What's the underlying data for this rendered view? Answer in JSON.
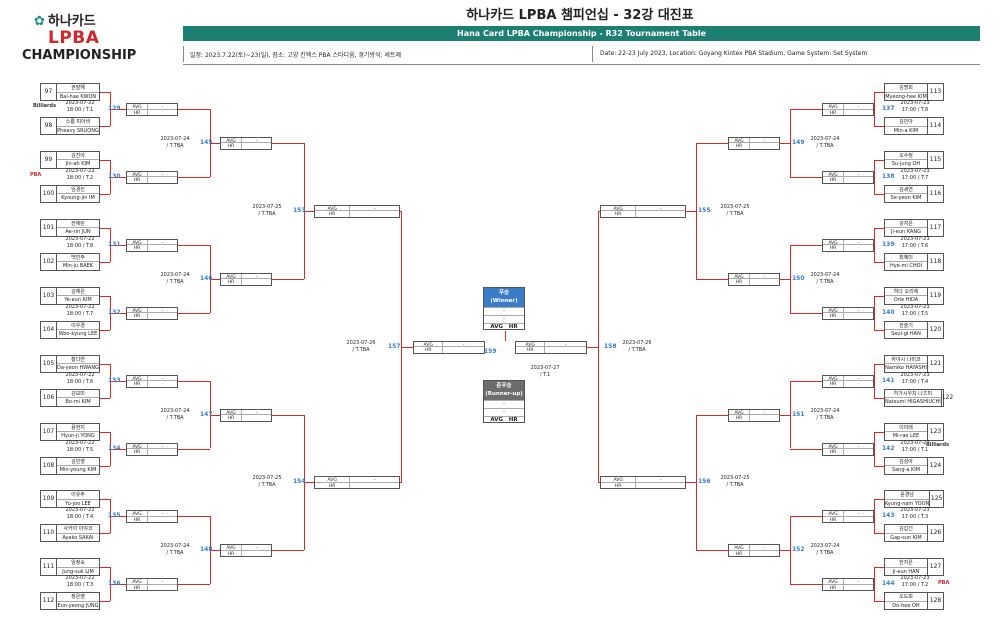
{
  "header": {
    "logo_hana": "하나카드",
    "logo_lpba": "LPBA",
    "logo_championship": "CHAMPIONSHIP",
    "title": "하나카드 LPBA 챔피언십 - 32강 대진표",
    "banner": "Hana Card LPBA Championship - R32 Tournament Table",
    "info_ko": "일정: 2023.7.22(토)~23(일), 장소: 고양 킨텍스 PBA 스타디움, 경기방식: 세트제",
    "info_en": "Date: 22-23 July 2023, Location: Goyang Kintex PBA Stadium, Game System: Set System"
  },
  "labels": {
    "avg": "AVG",
    "hr": "HR",
    "dash": "-"
  },
  "brands": {
    "billiards": "Billiards",
    "pba": "PBA"
  },
  "left_players": [
    {
      "no": "97",
      "ko": "권발해",
      "en": "Bal-hae KWON"
    },
    {
      "no": "98",
      "ko": "스롱 피아비",
      "en": "Pheavy SRUONG"
    },
    {
      "no": "99",
      "ko": "김진아",
      "en": "Jin-ah KIM"
    },
    {
      "no": "100",
      "ko": "임경진",
      "en": "Kyoung-jin IM"
    },
    {
      "no": "101",
      "ko": "전애린",
      "en": "Ae-rin JUN"
    },
    {
      "no": "102",
      "ko": "백민주",
      "en": "Min-ju BAEK"
    },
    {
      "no": "103",
      "ko": "김예은",
      "en": "Ye-eun KIM"
    },
    {
      "no": "104",
      "ko": "이우경",
      "en": "Woo-kyung LEE"
    },
    {
      "no": "105",
      "ko": "황다연",
      "en": "Da-yeon HWANG"
    },
    {
      "no": "106",
      "ko": "김보미",
      "en": "Bo-mi KIM"
    },
    {
      "no": "107",
      "ko": "용현지",
      "en": "Hyun-ji YONG"
    },
    {
      "no": "108",
      "ko": "김민영",
      "en": "Min-young KIM"
    },
    {
      "no": "109",
      "ko": "이유주",
      "en": "Yu-joo LEE"
    },
    {
      "no": "110",
      "ko": "사카이 아야코",
      "en": "Ayako SAKAI"
    },
    {
      "no": "111",
      "ko": "임정숙",
      "en": "Jung-suk LIM"
    },
    {
      "no": "112",
      "ko": "정은영",
      "en": "Eun-yeong JUNG"
    }
  ],
  "right_players": [
    {
      "no": "113",
      "ko": "김명희",
      "en": "Myeong-hee KIM"
    },
    {
      "no": "114",
      "ko": "김민아",
      "en": "Min-a KIM"
    },
    {
      "no": "115",
      "ko": "오수정",
      "en": "Su-jung OH"
    },
    {
      "no": "116",
      "ko": "김세연",
      "en": "Se-yeon KIM"
    },
    {
      "no": "117",
      "ko": "강지은",
      "en": "Ji-eun KANG"
    },
    {
      "no": "118",
      "ko": "최혜미",
      "en": "Hye-mi CHOI"
    },
    {
      "no": "119",
      "ko": "히다 오리에",
      "en": "Orie HIDA"
    },
    {
      "no": "120",
      "ko": "한슬기",
      "en": "Seul-gi HAN"
    },
    {
      "no": "121",
      "ko": "하야시 나미코",
      "en": "Namiko HAYASHI"
    },
    {
      "no": "122",
      "ko": "히가시우치 나츠미",
      "en": "Natsumi HIGASHIUCHI"
    },
    {
      "no": "123",
      "ko": "이미래",
      "en": "Mi-rae LEE"
    },
    {
      "no": "124",
      "ko": "김상아",
      "en": "Sang-a KIM"
    },
    {
      "no": "125",
      "ko": "윤경남",
      "en": "Kyung-nam YOON"
    },
    {
      "no": "126",
      "ko": "김갑선",
      "en": "Gap-sun KIM"
    },
    {
      "no": "127",
      "ko": "한지은",
      "en": "Ji-eun HAN"
    },
    {
      "no": "128",
      "ko": "오도희",
      "en": "Do-hee OH"
    }
  ],
  "left_r32": [
    {
      "date": "2023-07-22",
      "slot": "18:00 / T.1",
      "match": "129"
    },
    {
      "date": "2023-07-22",
      "slot": "18:00 / T.2",
      "match": "130"
    },
    {
      "date": "2023-07-22",
      "slot": "18:00 / T.8",
      "match": "131"
    },
    {
      "date": "2023-07-22",
      "slot": "18:00 / T.7",
      "match": "132"
    },
    {
      "date": "2023-07-22",
      "slot": "18:00 / T.6",
      "match": "133"
    },
    {
      "date": "2023-07-22",
      "slot": "18:00 / T.5",
      "match": "134"
    },
    {
      "date": "2023-07-22",
      "slot": "18:00 / T.4",
      "match": "135"
    },
    {
      "date": "2023-07-22",
      "slot": "18:00 / T.3",
      "match": "136"
    }
  ],
  "right_r32": [
    {
      "date": "2023-07-23",
      "slot": "17:00 / T.8",
      "match": "137"
    },
    {
      "date": "2023-07-23",
      "slot": "17:00 / T.7",
      "match": "138"
    },
    {
      "date": "2023-07-23",
      "slot": "17:00 / T.6",
      "match": "139"
    },
    {
      "date": "2023-07-23",
      "slot": "17:00 / T.5",
      "match": "140"
    },
    {
      "date": "2023-07-23",
      "slot": "17:00 / T.4",
      "match": "141"
    },
    {
      "date": "2023-07-23",
      "slot": "17:00 / T.1",
      "match": "142"
    },
    {
      "date": "2023-07-23",
      "slot": "17:00 / T.3",
      "match": "143"
    },
    {
      "date": "2023-07-23",
      "slot": "17:00 / T.2",
      "match": "144"
    }
  ],
  "left_r16": [
    {
      "date": "2023-07-24",
      "slot": "/ T.TBA",
      "match": "145"
    },
    {
      "date": "2023-07-24",
      "slot": "/ T.TBA",
      "match": "146"
    },
    {
      "date": "2023-07-24",
      "slot": "/ T.TBA",
      "match": "147"
    },
    {
      "date": "2023-07-24",
      "slot": "/ T.TBA",
      "match": "148"
    }
  ],
  "right_r16": [
    {
      "date": "2023-07-24",
      "slot": "/ T.TBA",
      "match": "149"
    },
    {
      "date": "2023-07-24",
      "slot": "/ T.TBA",
      "match": "150"
    },
    {
      "date": "2023-07-24",
      "slot": "/ T.TBA",
      "match": "151"
    },
    {
      "date": "2023-07-24",
      "slot": "/ T.TBA",
      "match": "152"
    }
  ],
  "left_qf": [
    {
      "date": "2023-07-25",
      "slot": "/ T.TBA",
      "match": "153"
    },
    {
      "date": "2023-07-25",
      "slot": "/ T.TBA",
      "match": "154"
    }
  ],
  "right_qf": [
    {
      "date": "2023-07-25",
      "slot": "/ T.TBA",
      "match": "155"
    },
    {
      "date": "2023-07-25",
      "slot": "/ T.TBA",
      "match": "156"
    }
  ],
  "left_sf": {
    "date": "2023-07-26",
    "slot": "/ T.TBA",
    "match": "157"
  },
  "right_sf": {
    "date": "2023-07-26",
    "slot": "/ T.TBA",
    "match": "158"
  },
  "final": {
    "date": "2023-07-27",
    "slot": "/ T.1",
    "match": "159"
  },
  "winner": {
    "ko": "우승",
    "en": "(Winner)",
    "color": "#3a7cc7"
  },
  "runner_up": {
    "ko": "준우승",
    "en": "(Runner-up)",
    "color": "#6d6d6d"
  },
  "colors": {
    "accent": "#1d7f70",
    "line": "#d12c2c",
    "match_no": "#3c7bc4"
  }
}
